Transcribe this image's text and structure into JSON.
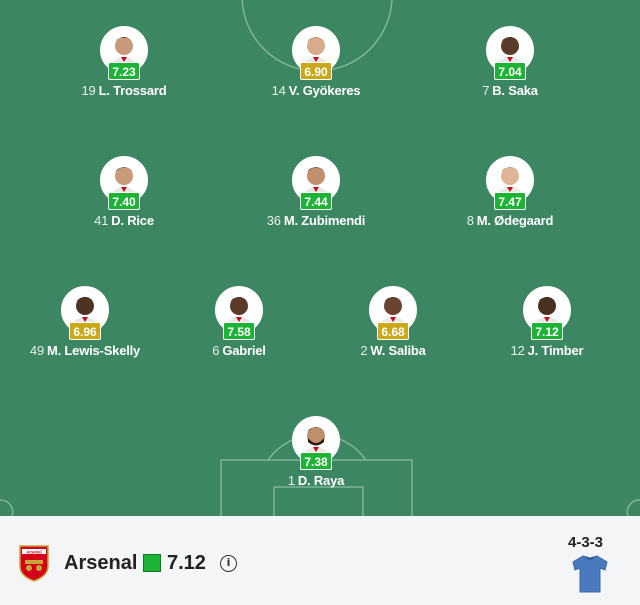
{
  "team": {
    "name": "Arsenal",
    "rating": "7.12",
    "formation": "4-3-3",
    "crest_text": "Arsenal",
    "rating_color": "#1db337"
  },
  "pitch": {
    "color": "#3d8662",
    "line_color": "#7fb497"
  },
  "players": [
    {
      "number": "19",
      "name": "L. Trossard",
      "rating": "7.23",
      "rating_level": "green"
    },
    {
      "number": "14",
      "name": "V. Gyökeres",
      "rating": "6.90",
      "rating_level": "yellow"
    },
    {
      "number": "7",
      "name": "B. Saka",
      "rating": "7.04",
      "rating_level": "green"
    },
    {
      "number": "41",
      "name": "D. Rice",
      "rating": "7.40",
      "rating_level": "green"
    },
    {
      "number": "36",
      "name": "M. Zubimendi",
      "rating": "7.44",
      "rating_level": "green"
    },
    {
      "number": "8",
      "name": "M. Ødegaard",
      "rating": "7.47",
      "rating_level": "green"
    },
    {
      "number": "49",
      "name": "M. Lewis-Skelly",
      "rating": "6.96",
      "rating_level": "yellow"
    },
    {
      "number": "6",
      "name": "Gabriel",
      "rating": "7.58",
      "rating_level": "green"
    },
    {
      "number": "2",
      "name": "W. Saliba",
      "rating": "6.68",
      "rating_level": "yellow"
    },
    {
      "number": "12",
      "name": "J. Timber",
      "rating": "7.12",
      "rating_level": "green"
    },
    {
      "number": "1",
      "name": "D. Raya",
      "rating": "7.38",
      "rating_level": "green"
    }
  ],
  "icons": {
    "info": "info-icon",
    "kit": "shirt-icon",
    "crest": "arsenal-crest-icon"
  }
}
